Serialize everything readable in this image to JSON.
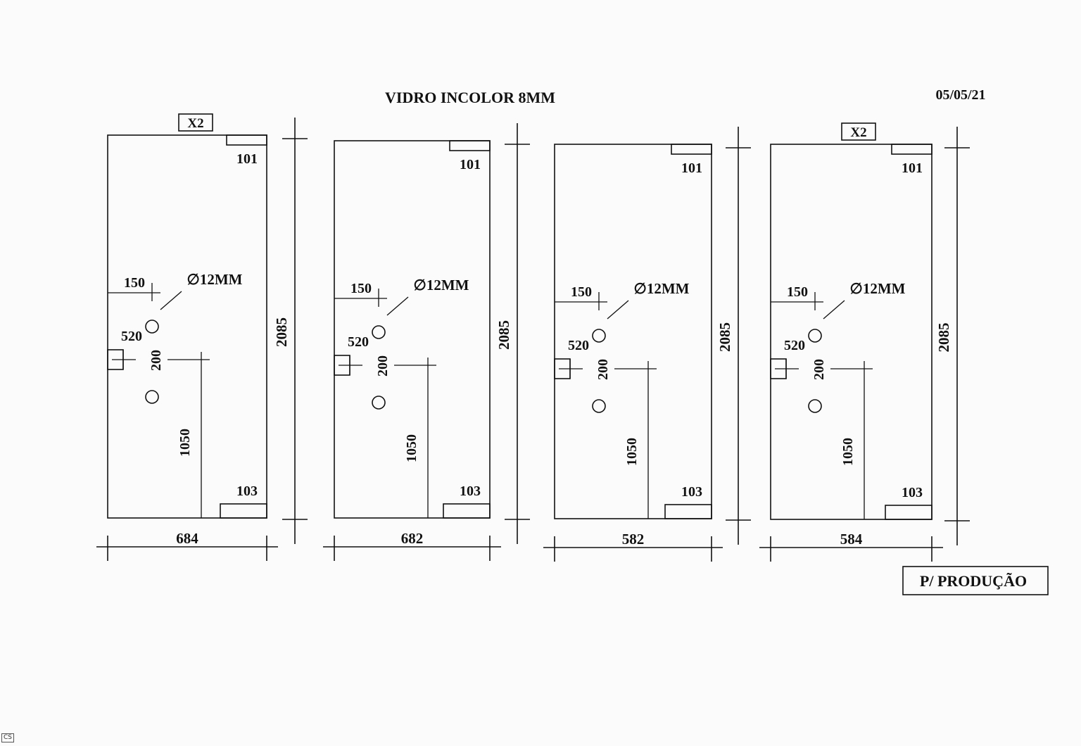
{
  "title": "VIDRO INCOLOR 8MM",
  "date": "05/05/21",
  "stamp": "P/ PRODUÇÃO",
  "scanner_mark": "CS",
  "panels": [
    {
      "qty": "X2",
      "width": "684",
      "height": "2085",
      "notch_top": "101",
      "notch_bottom": "103",
      "hole_offset": "150",
      "hole_diameter": "∅12MM",
      "hole_height": "520",
      "hole_spacing": "200",
      "handle_height": "1050"
    },
    {
      "qty": "",
      "width": "682",
      "height": "2085",
      "notch_top": "101",
      "notch_bottom": "103",
      "hole_offset": "150",
      "hole_diameter": "∅12MM",
      "hole_height": "520",
      "hole_spacing": "200",
      "handle_height": "1050"
    },
    {
      "qty": "",
      "width": "582",
      "height": "2085",
      "notch_top": "101",
      "notch_bottom": "103",
      "hole_offset": "150",
      "hole_diameter": "∅12MM",
      "hole_height": "520",
      "hole_spacing": "200",
      "handle_height": "1050"
    },
    {
      "qty": "X2",
      "width": "584",
      "height": "2085",
      "notch_top": "101",
      "notch_bottom": "103",
      "hole_offset": "150",
      "hole_diameter": "∅12MM",
      "hole_height": "520",
      "hole_spacing": "200",
      "handle_height": "1050"
    }
  ]
}
